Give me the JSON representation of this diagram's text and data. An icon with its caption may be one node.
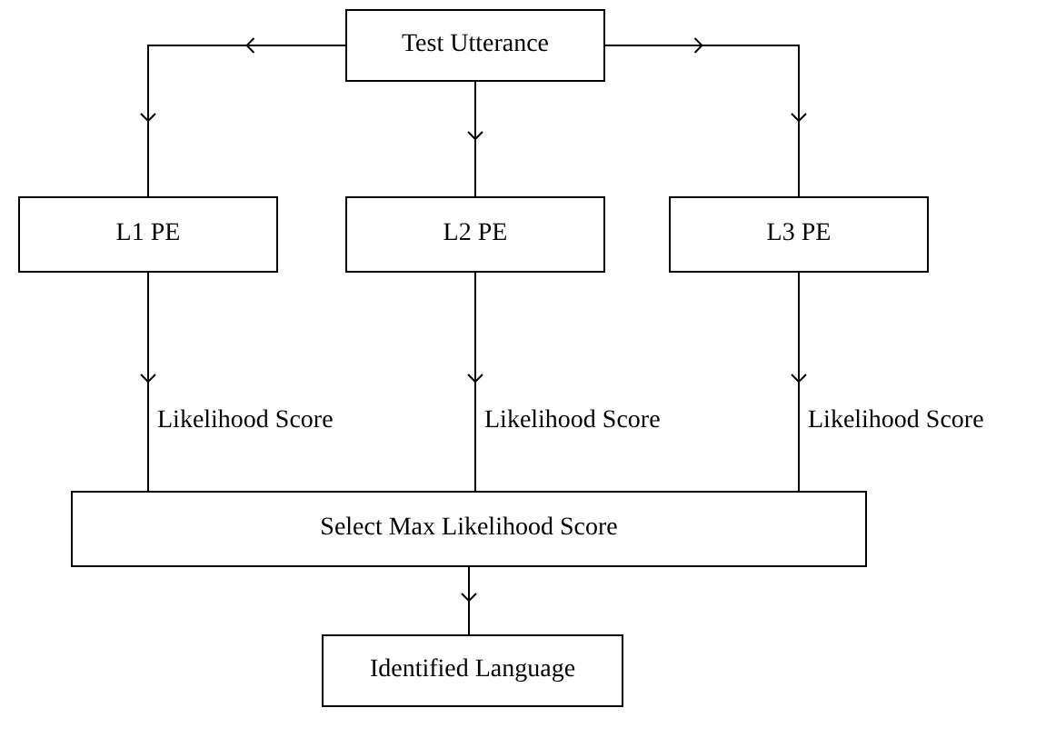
{
  "diagram": {
    "nodes": [
      {
        "text": [
          "Test Utterance"
        ]
      },
      {
        "text": [
          "L1 PE"
        ]
      },
      {
        "text": [
          "L2 PE"
        ]
      },
      {
        "text": [
          "L3 PE"
        ]
      },
      {
        "text": [
          "Select Max Likelihood Score"
        ]
      },
      {
        "text": [
          "Identified Language"
        ]
      }
    ],
    "edges": [
      {
        "from": 0,
        "to": 1,
        "arrow": "to"
      },
      {
        "from": 0,
        "to": 2,
        "arrow": "to"
      },
      {
        "from": 0,
        "to": 3,
        "arrow": "to"
      },
      {
        "from": 1,
        "to": 4,
        "arrow": "to",
        "label": "Likelihood Score"
      },
      {
        "from": 2,
        "to": 4,
        "arrow": "to",
        "label": "Likelihood Score"
      },
      {
        "from": 3,
        "to": 4,
        "arrow": "to",
        "label": "Likelihood Score"
      },
      {
        "from": 4,
        "to": 5,
        "arrow": "to"
      }
    ]
  }
}
